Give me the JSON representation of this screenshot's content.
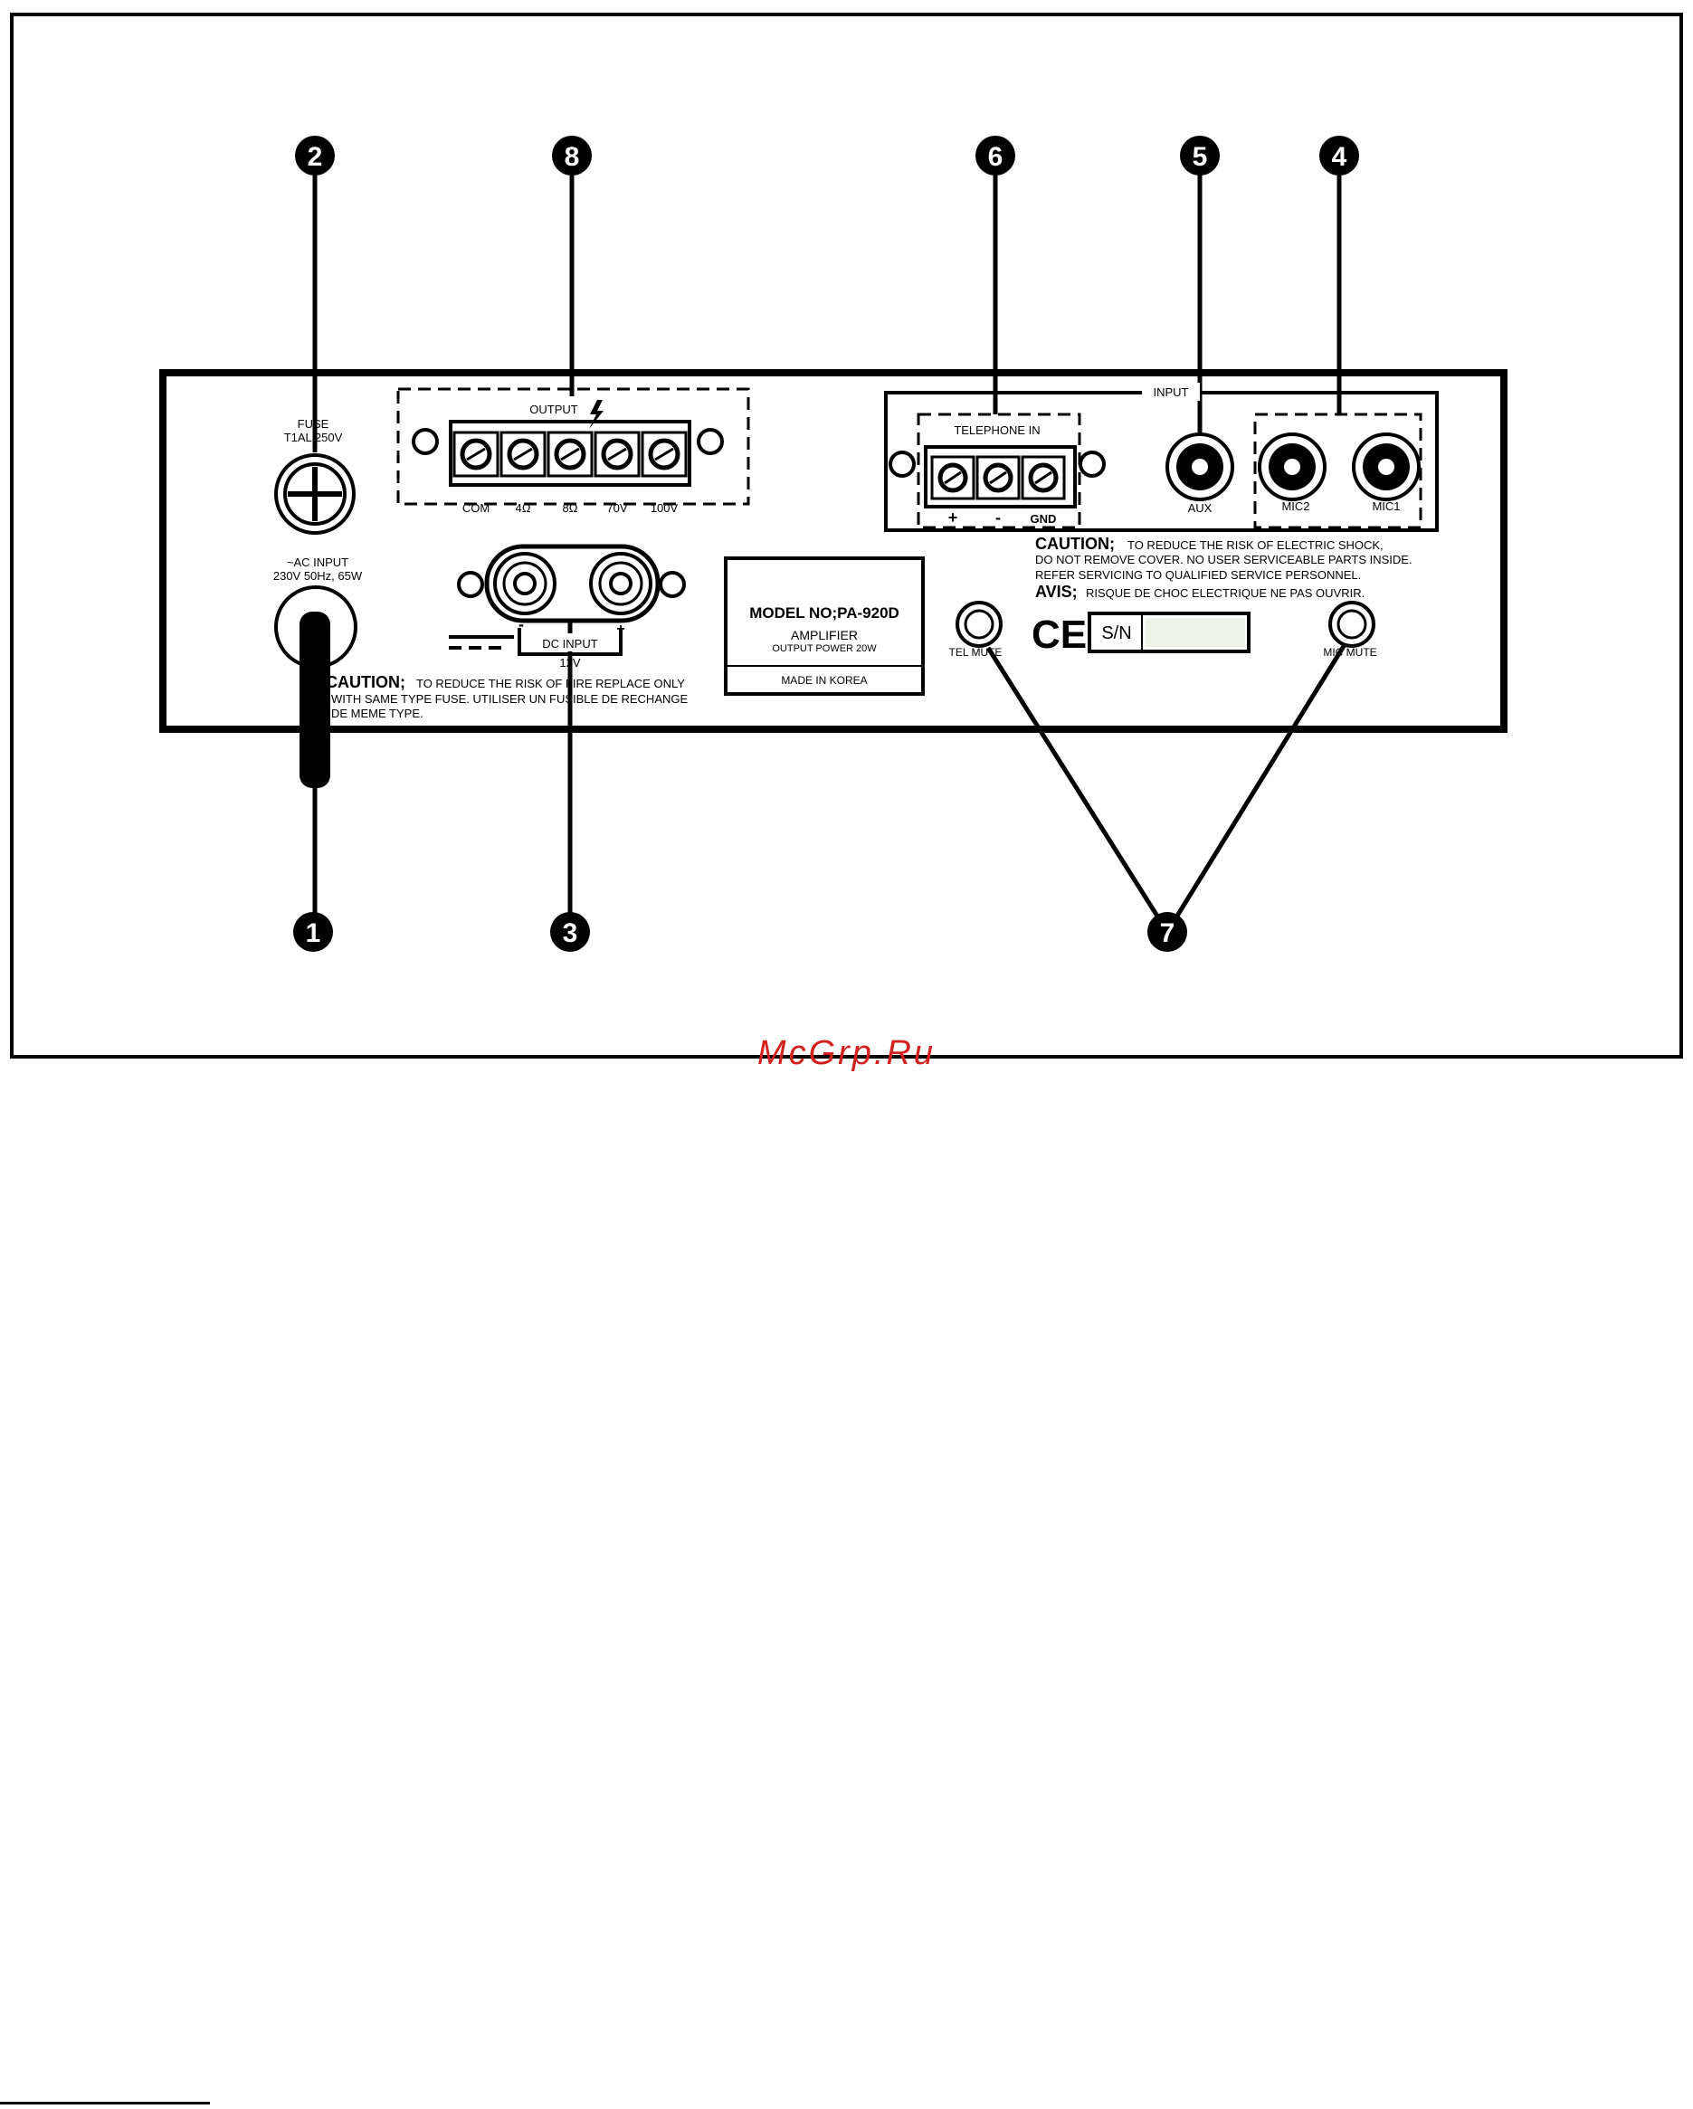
{
  "callouts": [
    "1",
    "2",
    "3",
    "4",
    "5",
    "6",
    "7",
    "8"
  ],
  "panel": {
    "fuse_label": "FUSE",
    "fuse_rating": "T1AL 250V",
    "ac_input_label": "~AC INPUT",
    "ac_input_rating": "230V 50Hz, 65W",
    "output_label": "OUTPUT",
    "output_terminals": [
      "COM",
      "4Ω",
      "8Ω",
      "70V",
      "100V"
    ],
    "dc_input_label": "DC INPUT",
    "dc_input_voltage": "12V",
    "dc_minus": "-",
    "dc_plus": "+",
    "model_no": "MODEL NO;PA-920D",
    "product": "AMPLIFIER",
    "output_power": "OUTPUT POWER 20W",
    "made_in": "MADE IN KOREA",
    "input_group_label": "INPUT",
    "telephone_in_label": "TELEPHONE IN",
    "telephone_terminals": [
      "+",
      "-",
      "GND"
    ],
    "aux_label": "AUX",
    "mic2_label": "MIC2",
    "mic1_label": "MIC1",
    "tel_mute_label": "TEL MUTE",
    "mic_mute_label": "MIC MUTE",
    "ce_mark": "CE",
    "sn_label": "S/N",
    "caution_fuse_title": "CAUTION;",
    "caution_fuse_line1": "TO REDUCE THE RISK OF FIRE REPLACE ONLY",
    "caution_fuse_line2": "WITH SAME TYPE FUSE. UTILISER UN FUSIBLE DE RECHANGE",
    "caution_fuse_line3": "DE MEME TYPE.",
    "caution_shock_title": "CAUTION;",
    "caution_shock_line1": "TO REDUCE THE RISK OF ELECTRIC SHOCK,",
    "caution_shock_line2": "DO NOT REMOVE COVER. NO USER SERVICEABLE PARTS INSIDE.",
    "caution_shock_line3": "REFER SERVICING TO QUALIFIED SERVICE PERSONNEL.",
    "avis_title": "AVIS;",
    "avis_text": "RISQUE DE CHOC ELECTRIQUE NE PAS OUVRIR."
  },
  "watermark": "McGrp.Ru"
}
